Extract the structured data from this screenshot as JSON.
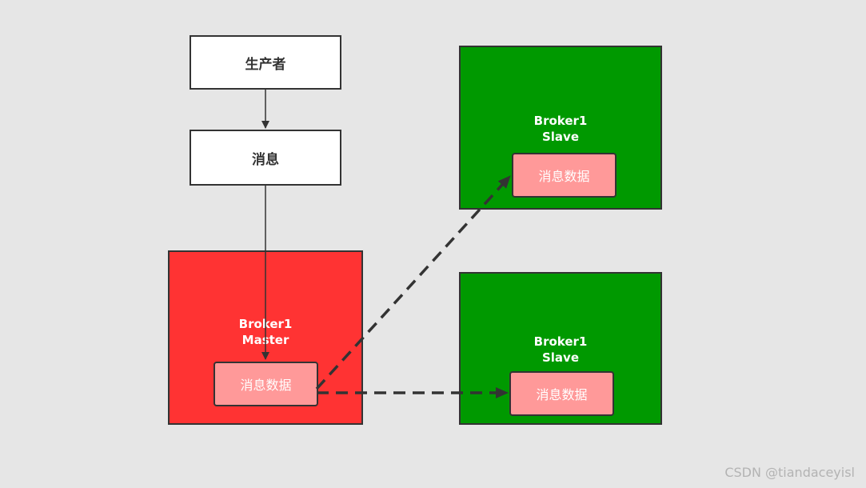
{
  "colors": {
    "background": "#e6e6e6",
    "master_fill": "#ff3333",
    "slave_fill": "#009900",
    "data_fill": "#ff9999",
    "stroke": "#333333"
  },
  "producer": {
    "label": "生产者"
  },
  "message": {
    "label": "消息"
  },
  "master": {
    "line1": "Broker1",
    "line2": "Master",
    "data_label": "消息数据"
  },
  "slave_top": {
    "line1": "Broker1",
    "line2": "Slave",
    "data_label": "消息数据"
  },
  "slave_bottom": {
    "line1": "Broker1",
    "line2": "Slave",
    "data_label": "消息数据"
  },
  "watermark": "CSDN @tiandaceyisl"
}
